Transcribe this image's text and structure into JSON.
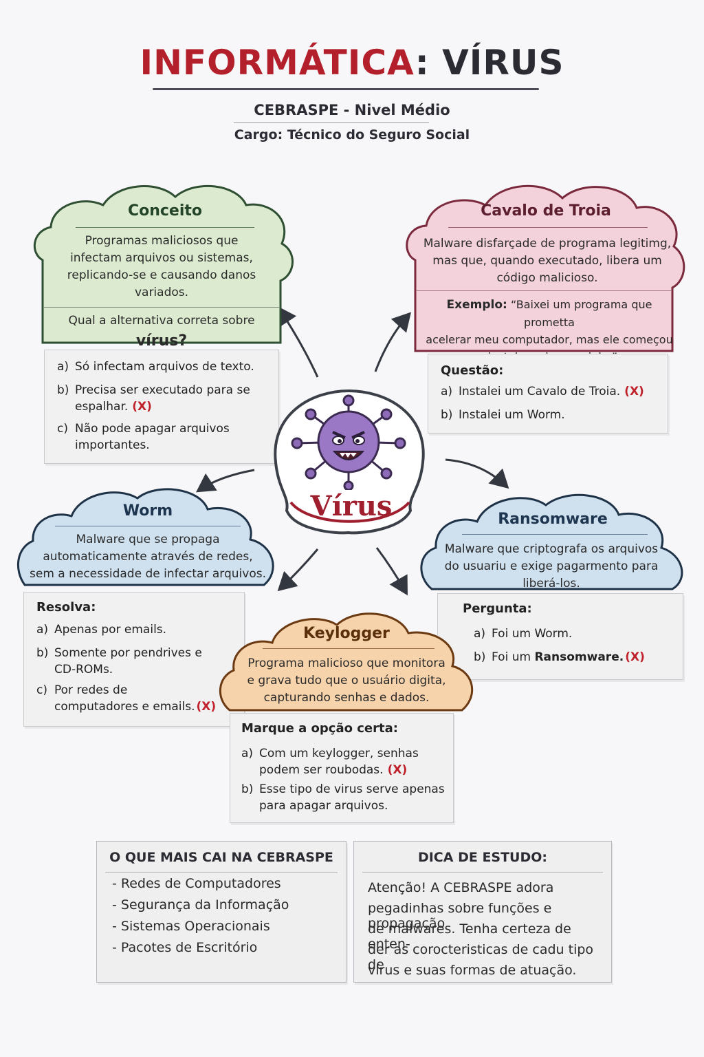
{
  "header": {
    "title_main": "INFORMÁTICA",
    "title_colon": ":",
    "title_topic": "VÍRUS",
    "subtitle": "CEBRASPE - Nivel Médio",
    "cargo": "Cargo: Técnico do Seguro Social"
  },
  "center": {
    "label": "Vírus",
    "icon": "virus-icon"
  },
  "conceito": {
    "title": "Conceito",
    "text": [
      "Programas maliciosos que",
      "infectam arquivos ou sistemas,",
      "replicando-se e causando danos",
      "variados."
    ],
    "question": [
      "Qual a alternativa correta sobre",
      "vírus?"
    ],
    "options": [
      {
        "letter": "a)",
        "lines": [
          "Só infectam arquivos de texto."
        ]
      },
      {
        "letter": "b)",
        "lines": [
          "Precisa ser executado para se",
          "espalhar."
        ],
        "mark": "(X)"
      },
      {
        "letter": "c)",
        "lines": [
          "Não pode apagar arquivos",
          "importantes."
        ]
      }
    ]
  },
  "cavalo": {
    "title": "Cavalo de Troia",
    "text": [
      "Malware disfarçade de programa legitimg,",
      "mas que, quando executado, libera um",
      "código malicioso."
    ],
    "example_label": "Exemplo:",
    "example": [
      "“Baixei um programa que prometta",
      "acelerar meu computador, mas ele começou",
      "a instalar coisas sozinho”."
    ],
    "question_label": "Questão:",
    "options": [
      {
        "letter": "a)",
        "text": "Instalei um Cavalo de Troia.",
        "mark": "(X)"
      },
      {
        "letter": "b)",
        "text": "Instalei um Worm."
      }
    ]
  },
  "worm": {
    "title": "Worm",
    "text": [
      "Malware que se propaga",
      "automaticamente através de redes,",
      "sem a necessidade de infectar arquivos."
    ],
    "question_label": "Resolva:",
    "options": [
      {
        "letter": "a)",
        "lines": [
          "Apenas por emails."
        ]
      },
      {
        "letter": "b)",
        "lines": [
          "Somente por pendrives e",
          "CD-ROMs."
        ]
      },
      {
        "letter": "c)",
        "lines": [
          "Por redes de",
          "computadores e emails."
        ],
        "mark": "(X)"
      }
    ]
  },
  "ransomware": {
    "title": "Ransomware",
    "text": [
      "Malware que criptografa os arquivos",
      "do usuariu e exige pagarmento para",
      "liberá-los."
    ],
    "question_label": "Pergunta:",
    "options": [
      {
        "letter": "a)",
        "text": "Foi um Worm."
      },
      {
        "letter": "b)",
        "text_prefix": "Foi um",
        "text_bold": "Ransomware.",
        "mark": "(X)"
      }
    ]
  },
  "keylogger": {
    "title": "Keylogger",
    "text": [
      "Programa malicioso que monitora",
      "e grava tudo que o usuário digita,",
      "capturando senhas e dados."
    ],
    "question_label": "Marque a opção certa:",
    "options": [
      {
        "letter": "a)",
        "lines": [
          "Com um keylogger, senhas",
          "podem ser roubodas."
        ],
        "mark": "(X)"
      },
      {
        "letter": "b)",
        "lines": [
          "Esse tipo de virus serve apenas",
          "para apagar arquivos."
        ]
      }
    ]
  },
  "mais_cai": {
    "title": "O QUE MAIS CAI NA CEBRASPE",
    "items": [
      "- Redes de Computadores",
      "- Segurança da Informação",
      "- Sistemas Operacionais",
      "- Pacotes de Escritório"
    ]
  },
  "dica": {
    "title": "DICA DE ESTUDO:",
    "lines": [
      "Atenção! A CEBRASPE adora",
      "pegadinhas sobre funções e propagação",
      "de malwares. Tenha certeza de enten-",
      "der as corocteristicas de cadu tipo de",
      "vírus e suas formas de atuação."
    ]
  },
  "colors": {
    "title_red": "#b3202c",
    "green_fill": "#dcebd0",
    "green_stroke": "#2f4f33",
    "pink_fill": "#f4d2dc",
    "pink_stroke": "#7a2a3c",
    "blue_fill": "#cfe0ee",
    "blue_stroke": "#1f3348",
    "orange_fill": "#f6d3aa",
    "orange_stroke": "#6b3a12",
    "mark_red": "#c0202a"
  }
}
